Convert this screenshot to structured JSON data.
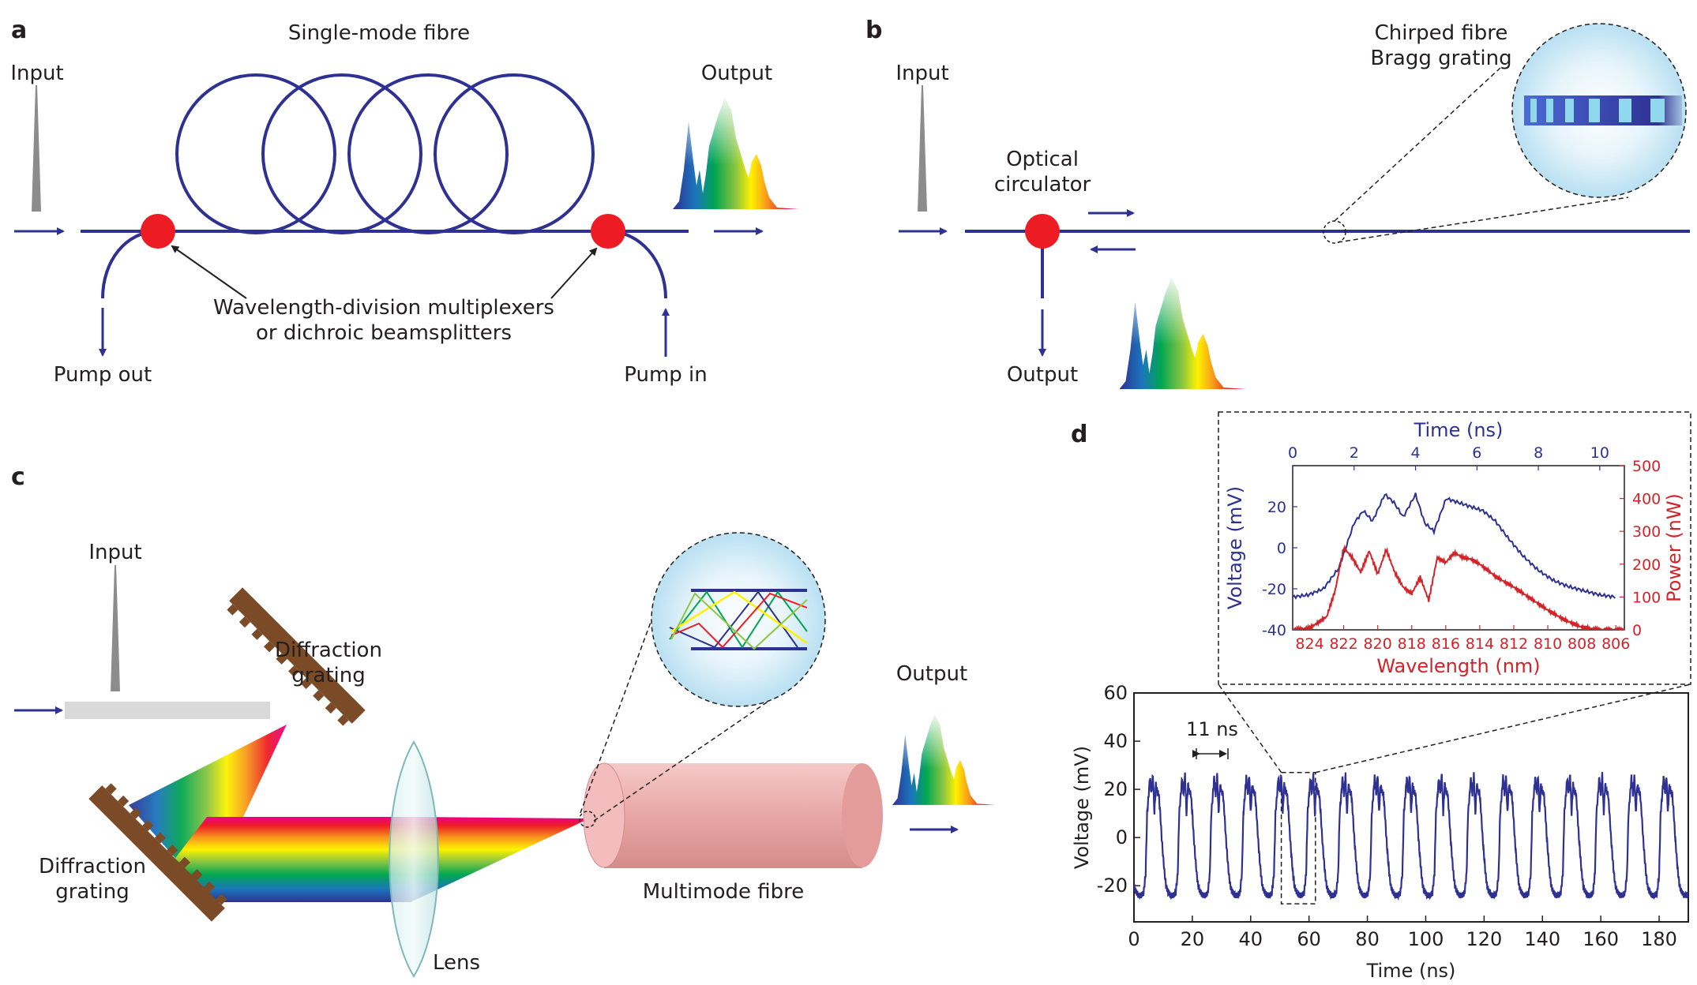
{
  "colors": {
    "fibre": "#2e3192",
    "wdm": "#ed1c24",
    "voltage_trace": "#2e3192",
    "power_trace": "#d2232a",
    "grating": "#7b4a27",
    "multimode_fibre": "#e9a7a5",
    "pulse": "#8c8c8c"
  },
  "panels": {
    "a": {
      "letter": "a",
      "fibre_label": "Single-mode fibre",
      "input_label": "Input",
      "output_label": "Output",
      "wdm_label_line1": "Wavelength-division multiplexers",
      "wdm_label_line2": "or dichroic beamsplitters",
      "pump_out_label": "Pump out",
      "pump_in_label": "Pump in"
    },
    "b": {
      "letter": "b",
      "input_label": "Input",
      "circulator_line1": "Optical",
      "circulator_line2": "circulator",
      "grating_line1": "Chirped fibre",
      "grating_line2": "Bragg grating",
      "output_label": "Output"
    },
    "c": {
      "letter": "c",
      "input_label": "Input",
      "grating_top_line1": "Diffraction",
      "grating_top_line2": "grating",
      "grating_bottom_line1": "Diffraction",
      "grating_bottom_line2": "grating",
      "lens_label": "Lens",
      "fibre_label": "Multimode fibre",
      "output_label": "Output"
    },
    "d": {
      "letter": "d",
      "period_label": "11 ns"
    }
  },
  "chart_data": [
    {
      "type": "line",
      "title": "",
      "xlabel": "Time (ns)",
      "ylabel": "Voltage (mV)",
      "xlim": [
        0,
        190
      ],
      "ylim": [
        -35,
        60
      ],
      "xticks": [
        0,
        20,
        40,
        60,
        80,
        100,
        120,
        140,
        160,
        180
      ],
      "yticks": [
        -20,
        0,
        20,
        40,
        60
      ],
      "period_ns": 11,
      "series": [
        {
          "pulse_profile_time_ns": [
            0,
            0.8,
            1.5,
            2.0,
            2.5,
            3.0,
            3.5,
            4.0,
            4.5,
            5.0,
            5.5,
            6.0,
            6.5,
            7.0,
            7.5,
            8.0,
            8.5,
            9.0,
            9.5,
            10.0,
            10.5,
            11.0
          ],
          "pulse_profile_voltage_mV": [
            -24,
            -23,
            -15,
            10,
            17,
            25,
            18,
            26,
            10,
            22,
            19,
            18,
            10,
            0,
            -8,
            -15,
            -20,
            -22,
            -23,
            -24,
            -24,
            -24
          ]
        }
      ]
    },
    {
      "type": "line",
      "title": "",
      "xlabel": "Wavelength (nm)",
      "x2label": "Time (ns)",
      "ylabel": "Voltage (mV)",
      "y2label": "Power (nW)",
      "xlim": [
        825,
        805.5
      ],
      "x2lim": [
        0,
        10.8
      ],
      "ylim": [
        -40,
        40
      ],
      "y2lim": [
        0,
        500
      ],
      "xticks": [
        824,
        822,
        820,
        818,
        816,
        814,
        812,
        810,
        808,
        806
      ],
      "x2ticks": [
        0,
        2,
        4,
        6,
        8,
        10
      ],
      "yticks": [
        -40,
        -20,
        0,
        20
      ],
      "y2ticks": [
        0,
        100,
        200,
        300,
        400,
        500
      ],
      "series": [
        {
          "name": "",
          "axis": "time-voltage",
          "x": [
            0.0,
            0.5,
            1.0,
            1.5,
            2.0,
            2.3,
            2.6,
            3.0,
            3.3,
            3.6,
            4.0,
            4.3,
            4.6,
            5.0,
            5.4,
            5.8,
            6.2,
            6.6,
            7.0,
            7.5,
            8.0,
            8.5,
            9.0,
            9.5,
            10.0,
            10.5
          ],
          "y": [
            -24,
            -23,
            -20,
            -10,
            12,
            18,
            13,
            26,
            22,
            15,
            26,
            12,
            8,
            24,
            22,
            20,
            18,
            13,
            5,
            -4,
            -11,
            -16,
            -19,
            -21,
            -23,
            -24
          ]
        },
        {
          "name": "",
          "axis": "wavelength-power",
          "x": [
            825,
            824,
            823,
            822.5,
            822,
            821.5,
            821,
            820.5,
            820,
            819.5,
            819,
            818.5,
            818,
            817.5,
            817,
            816.5,
            816,
            815.5,
            815,
            814.5,
            814,
            813,
            812,
            811,
            810,
            809,
            808,
            807,
            806
          ],
          "y": [
            0,
            5,
            40,
            120,
            250,
            220,
            175,
            240,
            170,
            245,
            175,
            130,
            110,
            160,
            90,
            220,
            205,
            235,
            220,
            215,
            200,
            160,
            130,
            95,
            60,
            30,
            8,
            0,
            0
          ]
        }
      ]
    }
  ]
}
